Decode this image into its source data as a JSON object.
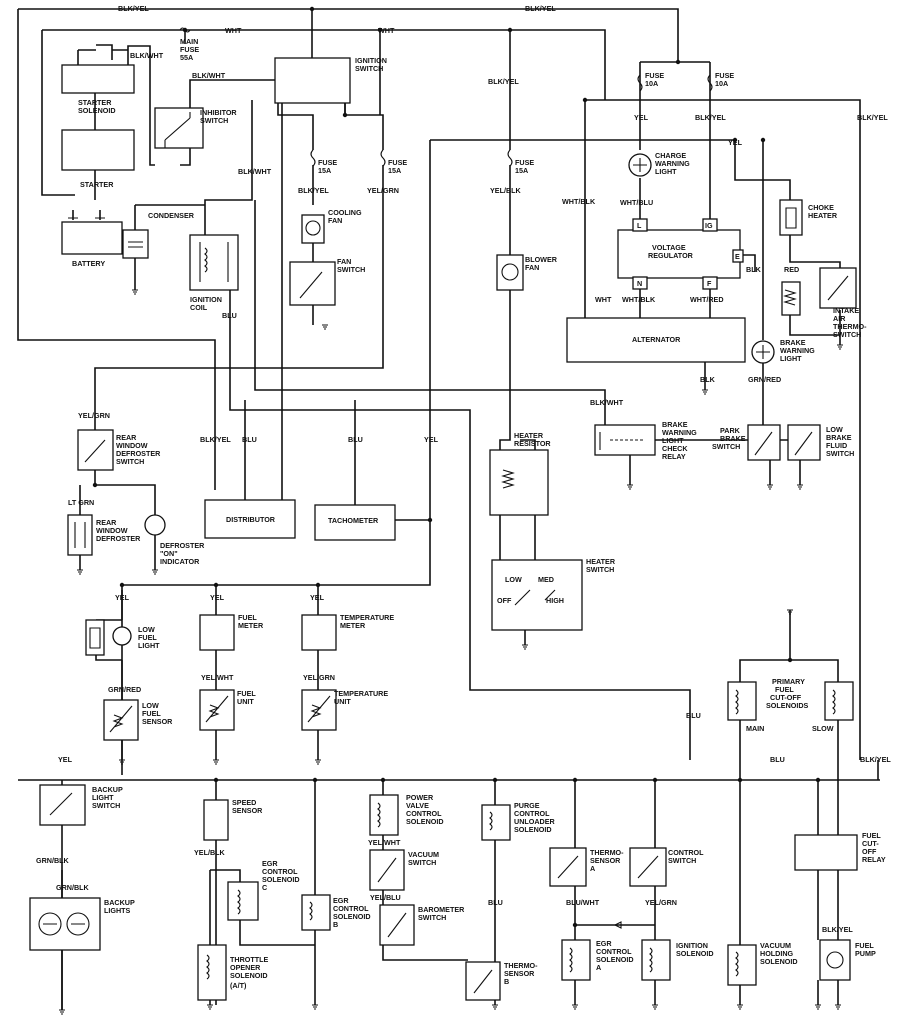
{
  "diagram": {
    "wires": {
      "blk_yel_top_left": "BLK/YEL",
      "blk_yel_top_right": "BLK/YEL",
      "wht_main": "WHT",
      "wht_right": "WHT",
      "blk_wht_starter": "BLK/WHT",
      "blk_wht_inhibitor": "BLK/WHT",
      "blk_yel_ign": "BLK/YEL",
      "blk_wht_coil": "BLK/WHT",
      "blk_yel_fan": "BLK/YEL",
      "yel_grn_fuse": "YEL/GRN",
      "yel_blk_blower": "YEL/BLK",
      "yel_fuse": "YEL",
      "blk_yel_fuse2": "BLK/YEL",
      "blk_yel_right": "BLK/YEL",
      "yel_charge": "YEL",
      "wht_blk_alt": "WHT/BLK",
      "wht_blu": "WHT/BLU",
      "blk_vr": "BLK",
      "wht_alt": "WHT",
      "wht_blk_n": "WHT/BLK",
      "wht_red_f": "WHT/RED",
      "red_choke": "RED",
      "blk_alt": "BLK",
      "grn_red_brake": "GRN/RED",
      "blk_wht_relay": "BLK/WHT",
      "blu_coil": "BLU",
      "yel_grn_defrost": "YEL/GRN",
      "blk_yel_dist": "BLK/YEL",
      "blu_dist": "BLU",
      "blu_tach": "BLU",
      "yel_tach": "YEL",
      "lt_grn": "LT GRN",
      "yel_gauges_1": "YEL",
      "yel_gauges_2": "YEL",
      "yel_gauges_3": "YEL",
      "grn_red_fuel": "GRN/RED",
      "yel_wht_fuel": "YEL/WHT",
      "yel_grn_temp": "YEL/GRN",
      "blu_solenoid": "BLU",
      "blu_bus": "BLU",
      "blk_yel_bus": "BLK/YEL",
      "yel_backup": "YEL",
      "grn_blk_1": "GRN/BLK",
      "grn_blk_2": "GRN/BLK",
      "yel_blk_speed": "YEL/BLK",
      "yel_wht_vac": "YEL/WHT",
      "yel_blu_baro": "YEL/BLU",
      "blu_purge": "BLU",
      "blu_wht_thermo": "BLU/WHT",
      "yel_grn_ctrl": "YEL/GRN",
      "blk_yel_pump": "BLK/YEL"
    },
    "fuses": {
      "main": [
        "MAIN",
        "FUSE",
        "55A"
      ],
      "fan": [
        "FUSE",
        "15A"
      ],
      "ign": [
        "FUSE",
        "15A"
      ],
      "blower": [
        "FUSE",
        "15A"
      ],
      "f1": [
        "FUSE",
        "10A"
      ],
      "f2": [
        "FUSE",
        "10A"
      ]
    },
    "components": {
      "ignition_switch": [
        "IGNITION",
        "SWITCH"
      ],
      "starter_solenoid": [
        "STARTER",
        "SOLENOID"
      ],
      "starter": "STARTER",
      "inhibitor_switch": [
        "INHIBITOR",
        "SWITCH"
      ],
      "battery": "BATTERY",
      "condenser": "CONDENSER",
      "ignition_coil": [
        "IGNITION",
        "COIL"
      ],
      "cooling_fan": [
        "COOLING",
        "FAN"
      ],
      "fan_switch": [
        "FAN",
        "SWITCH"
      ],
      "blower_fan": [
        "BLOWER",
        "FAN"
      ],
      "charge_light": [
        "CHARGE",
        "WARNING",
        "LIGHT"
      ],
      "voltage_regulator": [
        "VOLTAGE",
        "REGULATOR"
      ],
      "vr_l": "L",
      "vr_ig": "IG",
      "vr_e": "E",
      "vr_n": "N",
      "vr_f": "F",
      "choke_heater": [
        "CHOKE",
        "HEATER"
      ],
      "intake_thermo": [
        "INTAKE",
        "AIR",
        "THERMO-",
        "SWITCH"
      ],
      "alternator": "ALTERNATOR",
      "brake_light": [
        "BRAKE",
        "WARNING",
        "LIGHT"
      ],
      "brake_relay": [
        "BRAKE",
        "WARNING",
        "LIGHT",
        "CHECK",
        "RELAY"
      ],
      "park_brake": [
        "PARK",
        "BRAKE",
        "SWITCH"
      ],
      "low_brake": [
        "LOW",
        "BRAKE",
        "FLUID",
        "SWITCH"
      ],
      "rear_defrost_switch": [
        "REAR",
        "WINDOW",
        "DEFROSTER",
        "SWITCH"
      ],
      "rear_defroster": [
        "REAR",
        "WINDOW",
        "DEFROSTER"
      ],
      "defrost_indicator": [
        "DEFROSTER",
        "\"ON\"",
        "INDICATOR"
      ],
      "distributor": "DISTRIBUTOR",
      "tachometer": "TACHOMETER",
      "heater_resistor": [
        "HEATER",
        "RESISTOR"
      ],
      "heater_switch": [
        "HEATER",
        "SWITCH"
      ],
      "hs_low": "LOW",
      "hs_med": "MED",
      "hs_off": "OFF",
      "hs_high": "HIGH",
      "low_fuel_light": [
        "LOW",
        "FUEL",
        "LIGHT"
      ],
      "fuel_meter": [
        "FUEL",
        "METER"
      ],
      "temp_meter": [
        "TEMPERATURE",
        "METER"
      ],
      "low_fuel_sensor": [
        "LOW",
        "FUEL",
        "SENSOR"
      ],
      "fuel_unit": [
        "FUEL",
        "UNIT"
      ],
      "temp_unit": [
        "TEMPERATURE",
        "UNIT"
      ],
      "primary_solenoids": [
        "PRIMARY",
        "FUEL",
        "CUT-OFF",
        "SOLENOIDS"
      ],
      "sol_main": "MAIN",
      "sol_slow": "SLOW",
      "backup_switch": [
        "BACKUP",
        "LIGHT",
        "SWITCH"
      ],
      "backup_lights": [
        "BACKUP",
        "LIGHTS"
      ],
      "speed_sensor": [
        "SPEED",
        "SENSOR"
      ],
      "egr_c": [
        "EGR",
        "CONTROL",
        "SOLENOID",
        "C"
      ],
      "egr_b": [
        "EGR",
        "CONTROL",
        "SOLENOID",
        "B"
      ],
      "throttle_opener": [
        "THROTTLE",
        "OPENER",
        "SOLENOID",
        "(A/T)"
      ],
      "power_valve": [
        "POWER",
        "VALVE",
        "CONTROL",
        "SOLENOID"
      ],
      "vacuum_switch": [
        "VACUUM",
        "SWITCH"
      ],
      "barometer_switch": [
        "BAROMETER",
        "SWITCH"
      ],
      "purge_control": [
        "PURGE",
        "CONTROL",
        "UNLOADER",
        "SOLENOID"
      ],
      "thermo_b": [
        "THERMO-",
        "SENSOR",
        "B"
      ],
      "thermo_a": [
        "THERMO-",
        "SENSOR",
        "A"
      ],
      "control_switch": [
        "CONTROL",
        "SWITCH"
      ],
      "egr_a": [
        "EGR",
        "CONTROL",
        "SOLENOID",
        "A"
      ],
      "ignition_solenoid": [
        "IGNITION",
        "SOLENOID"
      ],
      "vacuum_holding": [
        "VACUUM",
        "HOLDING",
        "SOLENOID"
      ],
      "fuel_cutoff_relay": [
        "FUEL",
        "CUT-",
        "OFF",
        "RELAY"
      ],
      "fuel_pump": [
        "FUEL",
        "PUMP"
      ]
    }
  }
}
